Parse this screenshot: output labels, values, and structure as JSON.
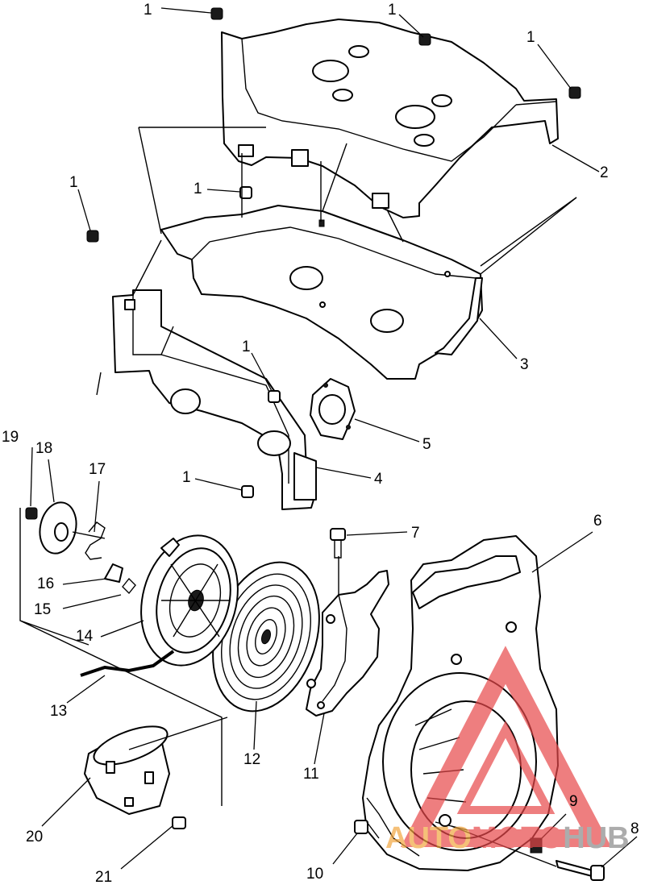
{
  "callouts": [
    {
      "id": "c1a",
      "label": "1"
    },
    {
      "id": "c1b",
      "label": "1"
    },
    {
      "id": "c1c",
      "label": "1"
    },
    {
      "id": "c1d",
      "label": "1"
    },
    {
      "id": "c1e",
      "label": "1"
    },
    {
      "id": "c1f",
      "label": "1"
    },
    {
      "id": "c1g",
      "label": "1"
    },
    {
      "id": "c2",
      "label": "2"
    },
    {
      "id": "c3",
      "label": "3"
    },
    {
      "id": "c4",
      "label": "4"
    },
    {
      "id": "c5",
      "label": "5"
    },
    {
      "id": "c6",
      "label": "6"
    },
    {
      "id": "c7",
      "label": "7"
    },
    {
      "id": "c8",
      "label": "8"
    },
    {
      "id": "c9",
      "label": "9"
    },
    {
      "id": "c10",
      "label": "10"
    },
    {
      "id": "c11",
      "label": "11"
    },
    {
      "id": "c12",
      "label": "12"
    },
    {
      "id": "c13",
      "label": "13"
    },
    {
      "id": "c14",
      "label": "14"
    },
    {
      "id": "c15",
      "label": "15"
    },
    {
      "id": "c16",
      "label": "16"
    },
    {
      "id": "c17",
      "label": "17"
    },
    {
      "id": "c18",
      "label": "18"
    },
    {
      "id": "c19",
      "label": "19"
    },
    {
      "id": "c20",
      "label": "20"
    },
    {
      "id": "c21",
      "label": "21"
    }
  ],
  "watermark": {
    "part1": "AUTO",
    "part2": "MOTO",
    "part3": "HUB",
    "color1": "#f2a640",
    "color2": "#e8484a",
    "color3": "#8a8a8a"
  }
}
